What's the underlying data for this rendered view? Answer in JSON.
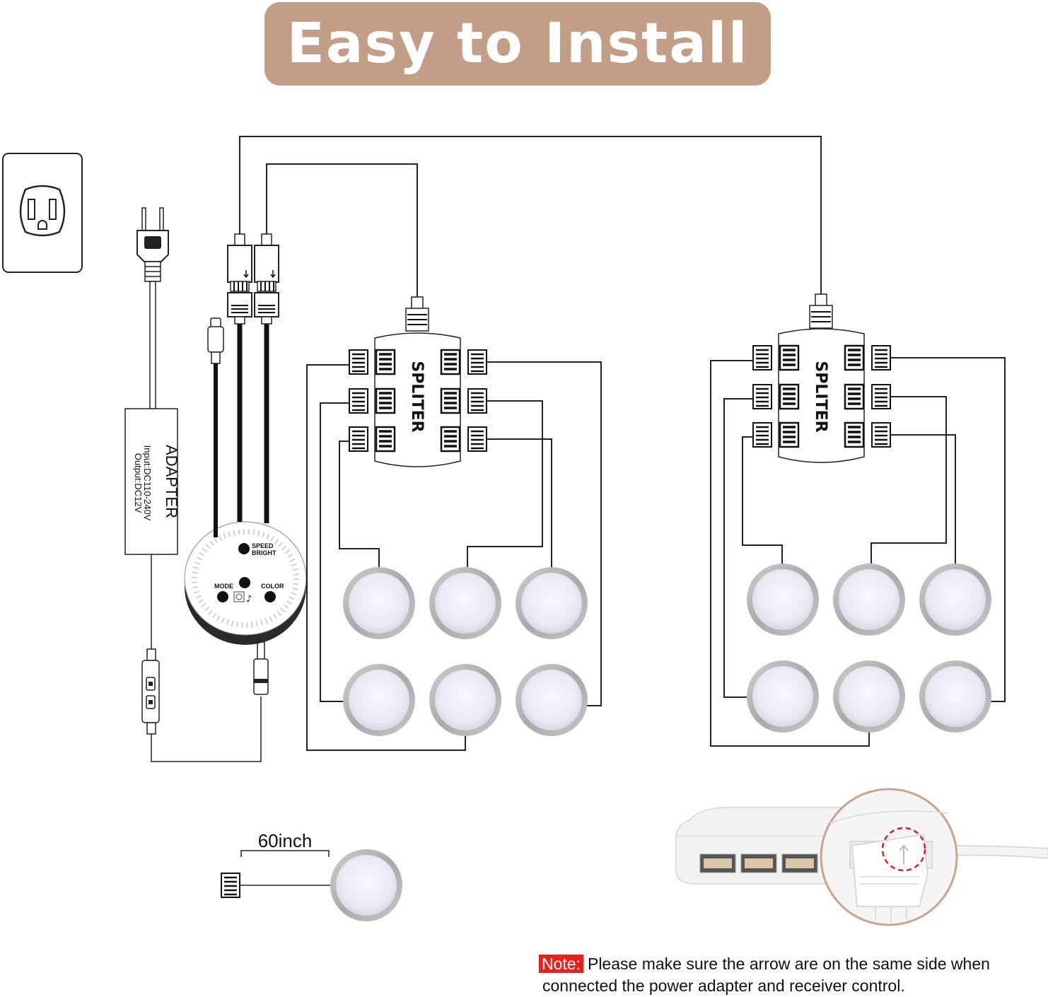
{
  "title": "Easy to Install",
  "adapter": {
    "name": "ADAPTER",
    "input": "Input:DC110-240V",
    "output": "Output:DC12V"
  },
  "controller": {
    "speed_bright": [
      "SPEED",
      "BRIGHT"
    ],
    "mode": "MODE",
    "color": "COLOR"
  },
  "splitter_label": "SPLITER",
  "cable_length": "60inch",
  "note": {
    "label": "Note:",
    "line1": "Please make sure the arrow are on the same side when",
    "line2": "connected the power adapter and receiver control."
  },
  "colors": {
    "banner": "#c39e86",
    "note_label": "#e8211d"
  }
}
